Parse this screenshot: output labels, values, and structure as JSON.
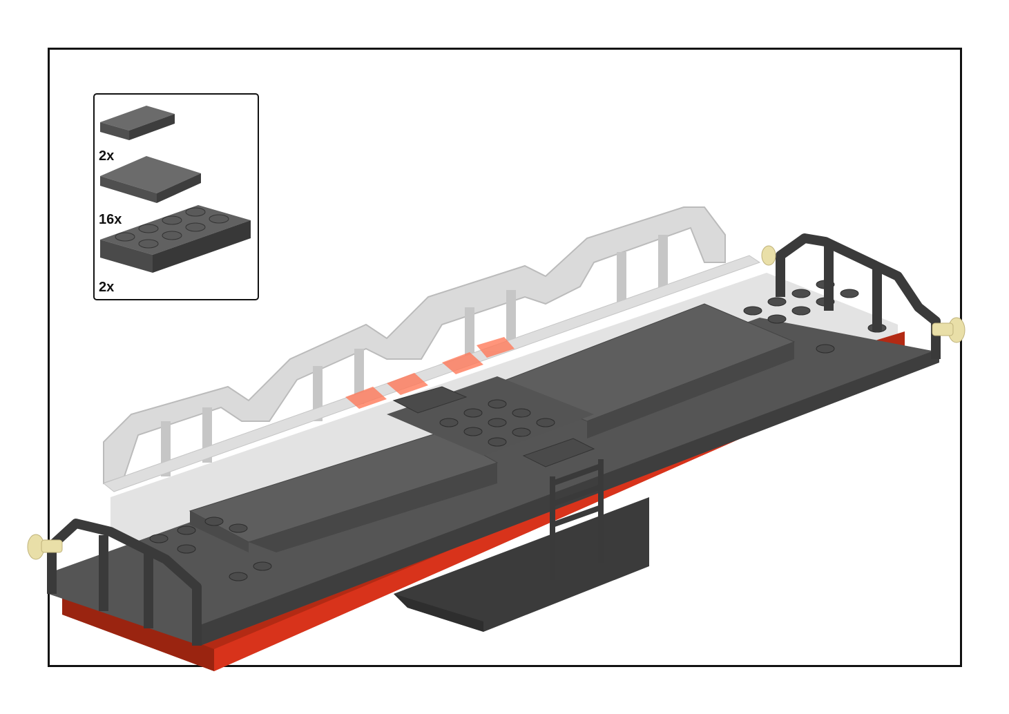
{
  "parts_list": {
    "items": [
      {
        "part": "tile-1x2-dark-bluish-gray",
        "quantity": "2x"
      },
      {
        "part": "tile-2x2-dark-bluish-gray",
        "quantity": "16x"
      },
      {
        "part": "plate-2x4-dark-bluish-gray",
        "quantity": "2x"
      }
    ]
  },
  "colors": {
    "dark_gray": "#4a4a4a",
    "dark_gray_top": "#5e5e5e",
    "dark_gray_side": "#3a3a3a",
    "red": "#b32a14",
    "red_top": "#d8331b",
    "ghost_gray": "#c8c8c8",
    "tan": "#e9dfa8",
    "trans_red": "#ff5a3c"
  }
}
